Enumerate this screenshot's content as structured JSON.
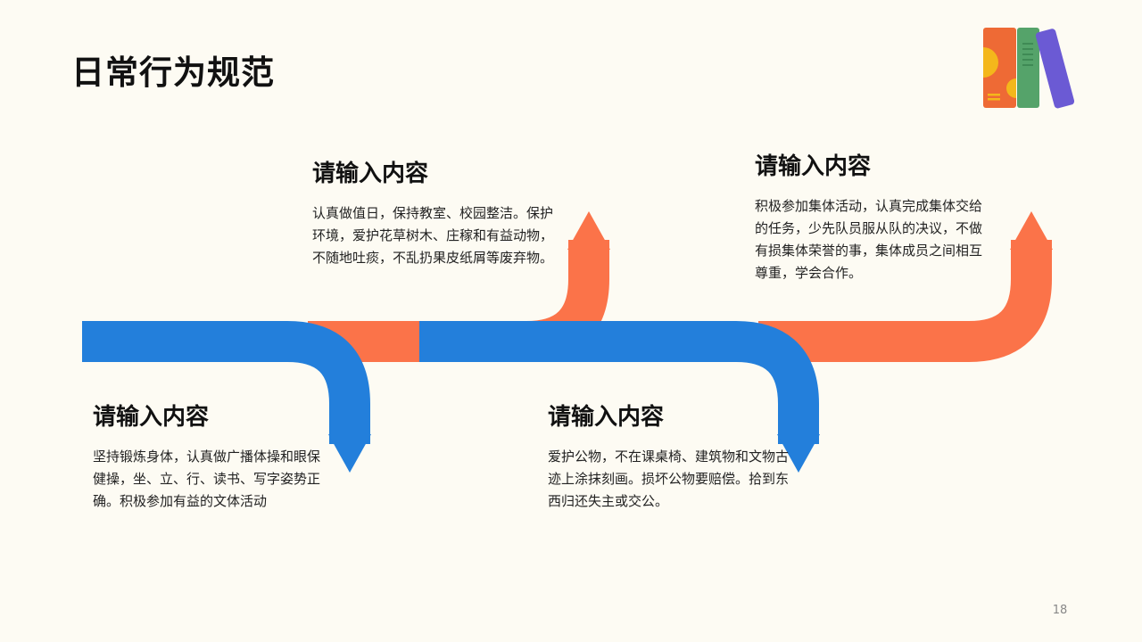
{
  "slide": {
    "title": "日常行为规范",
    "page_number": "18"
  },
  "colors": {
    "background": "#fdfbf3",
    "arrow_orange": "#fb7349",
    "arrow_blue": "#237fdb",
    "book_orange": "#ee6a35",
    "book_green": "#55a36a",
    "book_purple": "#6b5ad4",
    "book_yellow": "#f4b71b"
  },
  "icons": {
    "books": "books-icon"
  },
  "blocks": [
    {
      "heading": "请输入内容",
      "body": "认真做值日，保持教室、校园整洁。保护环境，爱护花草树木、庄稼和有益动物，不随地吐痰，不乱扔果皮纸屑等废弃物。"
    },
    {
      "heading": "请输入内容",
      "body": "积极参加集体活动，认真完成集体交给的任务，少先队员服从队的决议，不做有损集体荣誉的事，集体成员之间相互尊重，学会合作。"
    },
    {
      "heading": "请输入内容",
      "body": "坚持锻炼身体，认真做广播体操和眼保健操，坐、立、行、读书、写字姿势正确。积极参加有益的文体活动"
    },
    {
      "heading": "请输入内容",
      "body": "爱护公物，不在课桌椅、建筑物和文物古迹上涂抹刻画。损坏公物要赔偿。拾到东西归还失主或交公。"
    }
  ]
}
